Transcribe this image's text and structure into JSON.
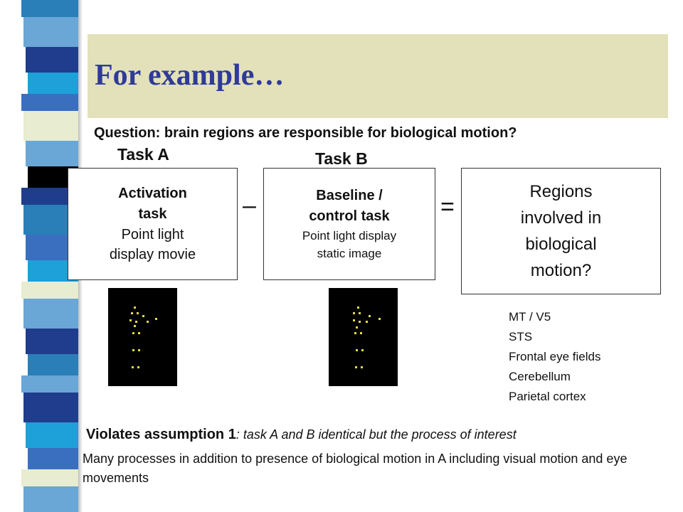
{
  "slide": {
    "title": "For example…",
    "question": "Question: brain regions are responsible for biological motion?",
    "task_a": {
      "label": "Task A",
      "box_line1": "Activation",
      "box_line2": "task",
      "box_line3": "Point light",
      "box_line4": "display movie"
    },
    "minus": "–",
    "task_b": {
      "label": "Task B",
      "box_line1": "Baseline /",
      "box_line2": "control task",
      "box_line3": "Point light display",
      "box_line4": "static image"
    },
    "equals": "=",
    "result": {
      "line1": "Regions",
      "line2": "involved in",
      "line3": "biological",
      "line4": "motion?"
    },
    "regions": [
      "MT  / V5",
      "STS",
      "Frontal eye fields",
      "Cerebellum",
      "Parietal cortex"
    ],
    "violates_main": "Violates assumption 1",
    "violates_rest": ": task A and B identical but the process of interest",
    "note": "Many processes in addition to presence of biological motion in A including visual motion and eye movements"
  },
  "colors": {
    "title": "#2f3a9a",
    "title_band": "#e2e1b9",
    "point_light_dots": "#e6dc3c",
    "stripe_palette": [
      "#1f3d8c",
      "#3a6fbf",
      "#6aa6d6",
      "#1ea0d8",
      "#000000",
      "#e8ecd0",
      "#2a7fb8"
    ]
  }
}
